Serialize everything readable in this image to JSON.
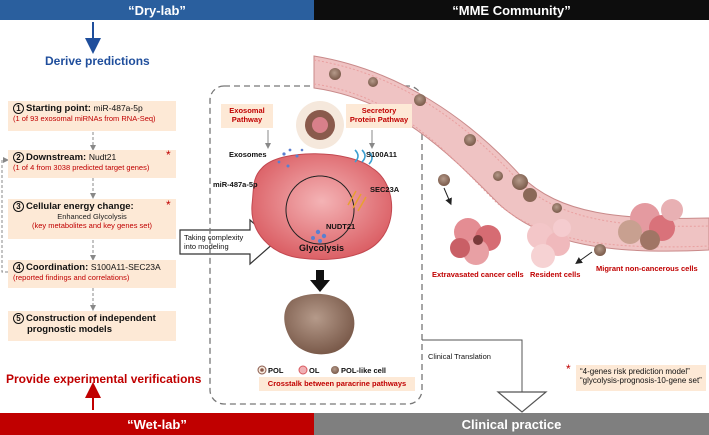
{
  "headers": {
    "dry_lab": "“Dry-lab”",
    "mme_community": "“MME Community”",
    "wet_lab": "“Wet-lab”",
    "clinical_practice": "Clinical practice"
  },
  "left": {
    "derive_predictions": "Derive predictions",
    "provide_verifications": "Provide experimental verifications",
    "steps": [
      {
        "num": "1",
        "title": "Starting point:",
        "title_extra": "miR-487a-5p",
        "sub": "(1 of 93 exosomal miRNAs from RNA-Seq)"
      },
      {
        "num": "2",
        "title": "Downstream:",
        "title_extra": "Nudt21",
        "sub": "(1 of 4 from 3038 predicted target genes)"
      },
      {
        "num": "3",
        "title": "Cellular energy change:",
        "title_extra": "",
        "sub_black": "Enhanced Glycolysis",
        "sub": "(key metabolites and key genes set)"
      },
      {
        "num": "4",
        "title": "Coordination:",
        "title_extra": "S100A11-SEC23A",
        "sub": "(reported findings and correlations)"
      },
      {
        "num": "5",
        "title": "Construction of independent",
        "title2": "prognostic models"
      }
    ],
    "modeling_arrow": "Taking complexity into modeling"
  },
  "center": {
    "exosomal_pathway": "Exosomal Pathway",
    "secretory_pathway": "Secretory Protein Pathway",
    "exosomes": "Exosomes",
    "s100a11": "S100A11",
    "mirna": "miR-487a-5p",
    "sec23a": "SEC23A",
    "nudt21": "NUDT21",
    "glycolysis": "Glycolysis",
    "legend_pol": "POL",
    "legend_ol": "OL",
    "legend_pol_like": "POL-like  cell",
    "crosstalk": "Crosstalk between paracrine pathways"
  },
  "right": {
    "migrant": "Migrant non-cancerous cells",
    "extravasated": "Extravasated cancer cells",
    "resident": "Resident cells",
    "clinical_translation": "Clinical Translation",
    "result_line1": "“4-genes risk prediction model”",
    "result_line2": "“glycolysis-prognosis-10-gene set”"
  },
  "colors": {
    "dry_lab_blue": "#2a5f9e",
    "wet_lab_red": "#c00000",
    "step_fill": "#fde9d6",
    "vessel_pink": "#e8b4b4",
    "cell_pink": "#e57f86"
  }
}
